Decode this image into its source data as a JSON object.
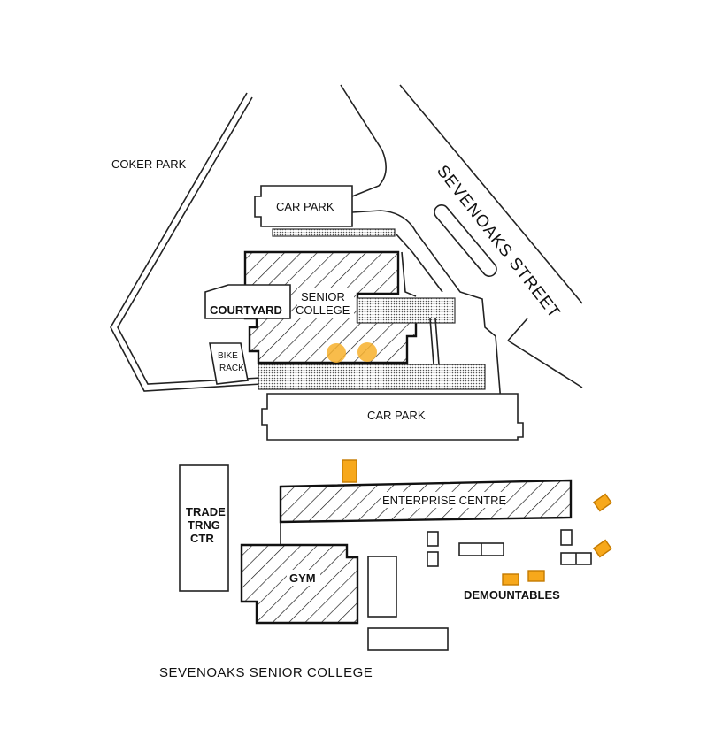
{
  "labels": {
    "coker_park": "COKER PARK",
    "car_park_north": "CAR PARK",
    "sevenoaks_street": "SEVENOAKS STREET",
    "courtyard": "COURTYARD",
    "senior_college_line1": "SENIOR",
    "senior_college_line2": "COLLEGE",
    "bike_rack_line1": "BIKE",
    "bike_rack_line2": "RACK",
    "car_park_south": "CAR PARK",
    "trade_line1": "TRADE",
    "trade_line2": "TRNG",
    "trade_line3": "CTR",
    "enterprise_centre": "ENTERPRISE CENTRE",
    "gym": "GYM",
    "demountables": "DEMOUNTABLES",
    "title": "SEVENOAKS SENIOR COLLEGE"
  },
  "colors": {
    "highlight": "#f7a81b",
    "lines": "#222222"
  }
}
